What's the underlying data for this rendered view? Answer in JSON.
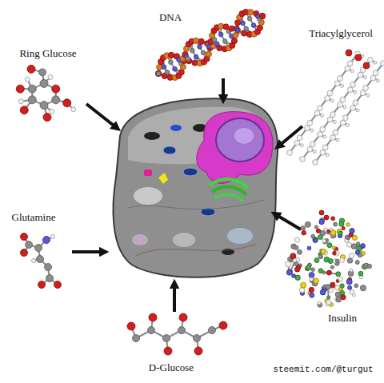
{
  "diagram": {
    "labels": [
      "DNA",
      "Triacylglycerol",
      "Ring Glucose",
      "Glutamine",
      "Insulin",
      "D-Glucose",
      "steemit.com/@turgut"
    ]
  }
}
